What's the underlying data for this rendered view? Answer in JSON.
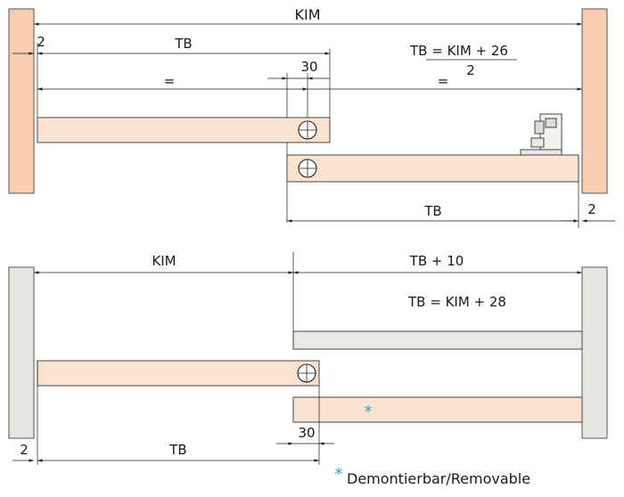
{
  "top": {
    "kim": "KIM",
    "two_left": "2",
    "tb": "TB",
    "thirty": "30",
    "eq_left": "=",
    "eq_right": "=",
    "formula_lhs": "TB = KIM + 26",
    "formula_den": "2",
    "tb_bottom": "TB",
    "two_right": "2"
  },
  "bottom": {
    "kim": "KIM",
    "tb_plus": "TB + 10",
    "formula": "TB = KIM + 28",
    "two_left": "2",
    "tb": "TB",
    "thirty": "30",
    "asterisk": "*"
  },
  "footnote": {
    "asterisk": "*",
    "text": "Demontierbar/Removable"
  },
  "colors": {
    "wood": "#f7cfb0",
    "rail": "#fbe3cf",
    "grey_wall": "#e6e6e3",
    "asterisk": "#2aa7b3"
  }
}
